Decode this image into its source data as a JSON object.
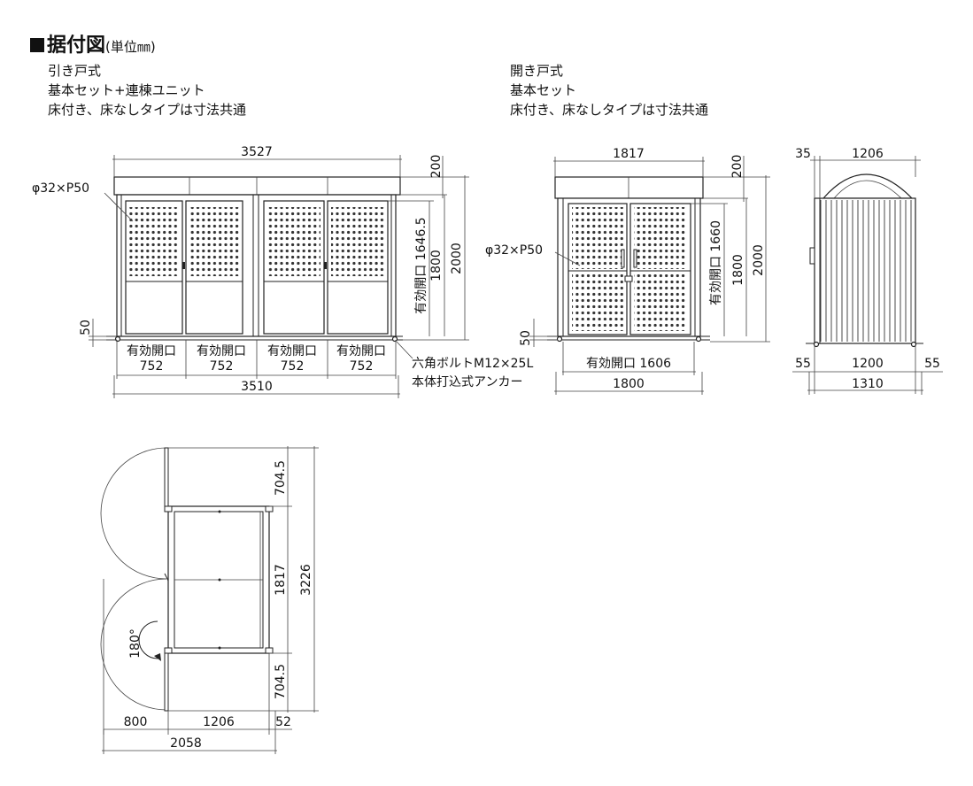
{
  "heading": {
    "title": "据付図",
    "unit": "(単位㎜)"
  },
  "left_notes": [
    "引き戸式",
    "基本セット+連棟ユニット",
    "床付き、床なしタイプは寸法共通"
  ],
  "right_notes": [
    "開き戸式",
    "基本セット",
    "床付き、床なしタイプは寸法共通"
  ],
  "sliding_front": {
    "overall_width": "3527",
    "base_width": "3510",
    "roof_height": "200",
    "total_height": "2000",
    "door_height": "1800",
    "opening_height": "有効開口 1646.5",
    "base_height": "50",
    "hole_note": "φ32×P50",
    "openings": [
      {
        "label": "有効開口",
        "value": "752"
      },
      {
        "label": "有効開口",
        "value": "752"
      },
      {
        "label": "有効開口",
        "value": "752"
      },
      {
        "label": "有効開口",
        "value": "752"
      }
    ],
    "bolt_note": "六角ボルトM12×25L",
    "anchor_note": "本体打込式アンカー"
  },
  "swing_front": {
    "overall_width": "1817",
    "base_width": "1800",
    "opening_width": "有効開口 1606",
    "roof_height": "200",
    "total_height": "2000",
    "door_height": "1800",
    "opening_height": "有効開口 1660",
    "base_height": "50",
    "hole_note": "φ32×P50"
  },
  "swing_side": {
    "eave": "35",
    "top_depth": "1206",
    "left_margin": "55",
    "base_depth": "1200",
    "right_margin": "55",
    "overall_depth": "1310"
  },
  "plan": {
    "door_swing_top": "704.5",
    "body_length": "1817",
    "door_swing_bottom": "704.5",
    "overall_length": "3226",
    "swing_angle": "180°",
    "door_clearance": "800",
    "body_depth": "1206",
    "side_margin": "52",
    "overall_depth": "2058"
  }
}
